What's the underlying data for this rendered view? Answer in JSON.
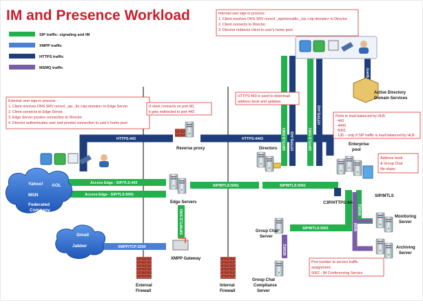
{
  "title": "IM and Presence Workload",
  "legend": [
    {
      "label": "SIP traffic: signaling and IM",
      "color": "#22b14c"
    },
    {
      "label": "XMPP traffic",
      "color": "#4a7fd4"
    },
    {
      "label": "HTTPS traffic",
      "color": "#1f3d7a"
    },
    {
      "label": "MSMQ traffic",
      "color": "#7a5da6"
    }
  ],
  "annotations": {
    "internal_signin": [
      "Internal user sign-in process:",
      "1. Client resolves DNS SRV record _sipinternaltls._tcp.<sip-domain> to Director.",
      "2. Client connects to Director.",
      "3. Director redirects client to user's home pool."
    ],
    "external_signin": [
      "External user sign-in process:",
      "1. Client resolves DNS SRV record _sip._tls.<sip-domain> to Edge Server.",
      "2. Client connects to Edge Server.",
      "3. Edge Server proxies connection to Director.",
      "4. Director authenticates user and proxies connection to user's home pool."
    ],
    "port80": [
      "If client connects on port 80,",
      "it gets redirected to port 443"
    ],
    "https443": [
      "HTTPS:443 is used to download",
      "address book and updates."
    ],
    "hlb_ports": [
      "Ports to load balanced by HLB:",
      "- 443",
      "- 4443",
      "- 5061",
      "- 135 – only if SIP traffic is load balanced by HLB"
    ],
    "addressbook": [
      "Address book",
      "& Group Chat",
      "file share."
    ],
    "port_service": [
      "Port number to service traffic",
      "assignment:",
      "5062 - IM Conferencing Service"
    ]
  },
  "nodes": {
    "reverse_proxy": "Reverse proxy",
    "directors": "Directors",
    "enterprise_pool": [
      "Enterprise",
      "pool"
    ],
    "edge_servers": "Edge Servers",
    "xmpp_gateway": "XMPP Gateway",
    "ad": [
      "Active Directory",
      "Domain Services"
    ],
    "monitoring": [
      "Monitoring",
      "Server"
    ],
    "archiving": [
      "Archiving",
      "Server"
    ],
    "group_chat": [
      "Group Chat",
      "Server"
    ],
    "group_chat_compliance": [
      "Group Chat",
      "Compliance",
      "Server"
    ],
    "external_firewall": [
      "External",
      "Firewall"
    ],
    "internal_firewall": [
      "Internal",
      "Firewall"
    ]
  },
  "clouds": {
    "federated": [
      "Yahoo!",
      "AOL",
      "MSN",
      "Federated",
      "Company"
    ],
    "jabber": [
      "Gmail",
      "Jabber"
    ]
  },
  "flows": {
    "https443_top": "HTTPS:443",
    "https4443": "HTTPS:4443",
    "access_edge_443": "Access Edge - SIP/TLS:443",
    "access_edge_5061": "Access Edge - SIP/TLS:5061",
    "xmpp_5269": "XMPP/TCP:5269",
    "edge_director": "SIP/MTLS:5061",
    "director_pool": "SIP/MTLS:5061",
    "sip_tls_5061": "SIP/TLS:5061",
    "https_443_a": "HTTPS:443",
    "sip_tls_5061_b": "SIP/TLS:5061",
    "https_443_b": "HTTPS:443",
    "srv_query": "SRV query",
    "edge_xmpp": "SIP/MTLS:5061",
    "c3p": "C3P/HTTPS:444",
    "sip_mtls": "SIP/MTLS",
    "groupchat_pool": "SIP/MTLS:5061",
    "msmq1": "MSMQ",
    "msmq2": "MSMQ",
    "msmq3": "MSMQ"
  }
}
